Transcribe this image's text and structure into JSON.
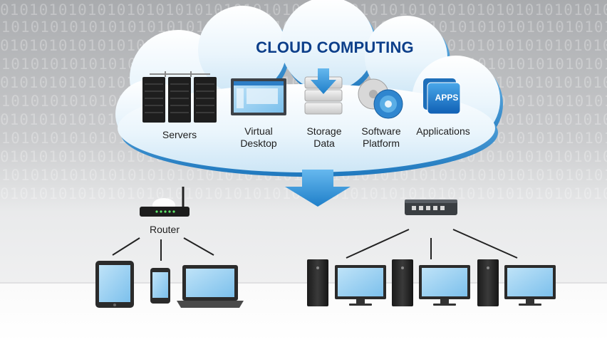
{
  "title": "CLOUD COMPUTING",
  "services": [
    {
      "line1": "Servers",
      "line2": ""
    },
    {
      "line1": "Virtual",
      "line2": "Desktop"
    },
    {
      "line1": "Storage",
      "line2": "Data"
    },
    {
      "line1": "Software",
      "line2": "Platform"
    },
    {
      "line1": "Applications",
      "line2": ""
    }
  ],
  "apps_icon_text": "APPS",
  "router_label": "Router",
  "background_binary": "0101010101010101010101010101010101010101010101010101010101010101",
  "colors": {
    "title": "#0d3f8a",
    "cloud_light": "#e8f4fb",
    "cloud_edge": "#2f8ed0",
    "arrow": "#3b9ee0",
    "screen": "#8ec9ef"
  }
}
